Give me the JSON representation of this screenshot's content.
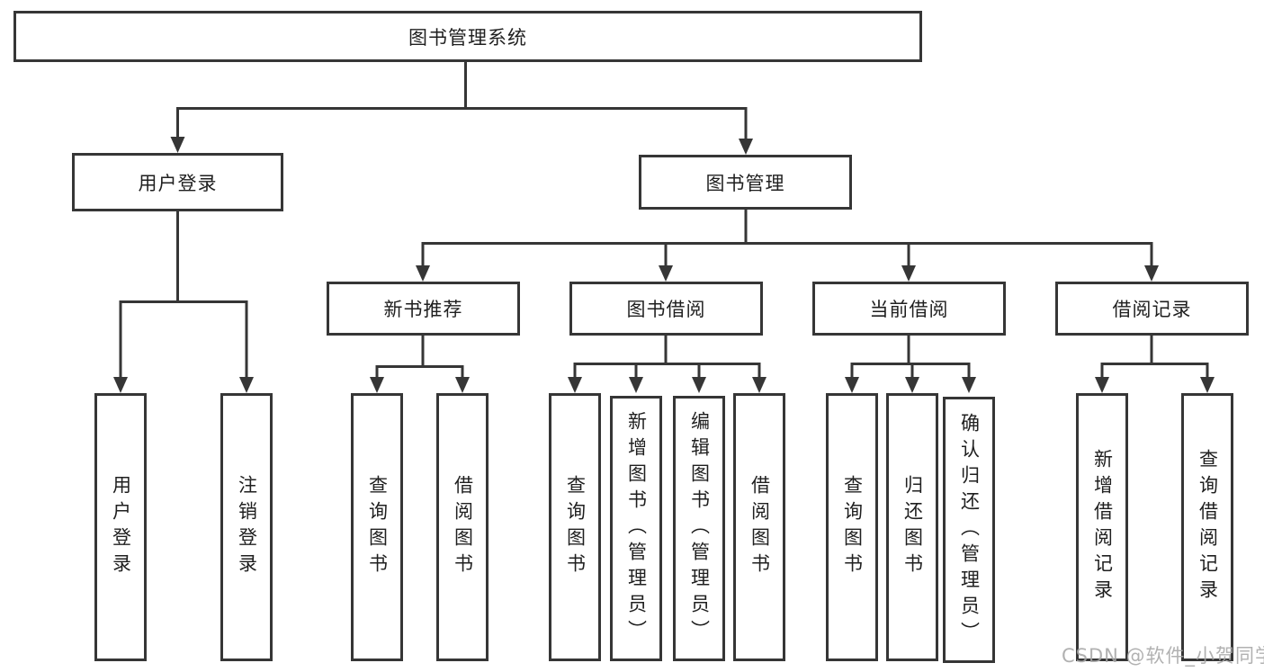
{
  "diagram": {
    "title": "图书管理系统",
    "watermark": "CSDN @软件_小贺同学",
    "colors": {
      "line": "#363636",
      "box_border": "#363636",
      "text": "#1f1f1f",
      "watermark": "#a6a6a6",
      "background": "#ffffff"
    },
    "nodes": {
      "root": {
        "label": "图书管理系统"
      },
      "user_login_branch": {
        "label": "用户登录"
      },
      "book_mgmt_branch": {
        "label": "图书管理"
      },
      "new_books": {
        "label": "新书推荐"
      },
      "book_borrow": {
        "label": "图书借阅"
      },
      "current_borrow": {
        "label": "当前借阅"
      },
      "borrow_records": {
        "label": "借阅记录"
      },
      "leaf_user_login": {
        "label": "用户登录"
      },
      "leaf_logout": {
        "label": "注销登录"
      },
      "leaf_nb_query_books": {
        "label": "查询图书"
      },
      "leaf_nb_borrow_books": {
        "label": "借阅图书"
      },
      "leaf_bb_query_books": {
        "label": "查询图书"
      },
      "leaf_bb_add_books": {
        "label": "新增图书（管理员）"
      },
      "leaf_bb_edit_books": {
        "label": "编辑图书（管理员）"
      },
      "leaf_bb_borrow_books": {
        "label": "借阅图书"
      },
      "leaf_cb_query_books": {
        "label": "查询图书"
      },
      "leaf_cb_return_books": {
        "label": "归还图书"
      },
      "leaf_cb_confirm_return": {
        "label": "确认归还（管理员）"
      },
      "leaf_br_add_record": {
        "label": "新增借阅记录"
      },
      "leaf_br_query_record": {
        "label": "查询借阅记录"
      }
    }
  }
}
